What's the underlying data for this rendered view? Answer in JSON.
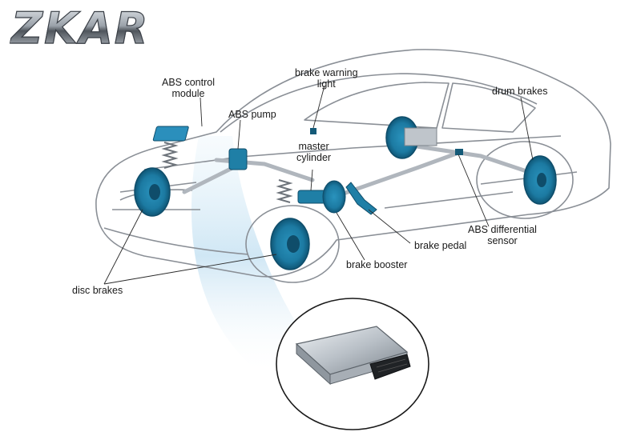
{
  "logo": {
    "text": "ZKAR"
  },
  "labels": {
    "abs_control_module": "ABS control\nmodule",
    "abs_pump": "ABS pump",
    "brake_warning_light": "brake warning\nlight",
    "master_cylinder": "master\ncylinder",
    "drum_brakes": "drum brakes",
    "abs_differential_sensor": "ABS differential\nsensor",
    "brake_pedal": "brake pedal",
    "brake_booster": "brake booster",
    "disc_brakes": "disc brakes"
  },
  "colors": {
    "component_blue": "#1f7fa6",
    "component_dark": "#145a78",
    "car_outline": "#8a8f96",
    "glow": "#bfe0f2"
  },
  "inset": {
    "image": "ecu-module"
  }
}
